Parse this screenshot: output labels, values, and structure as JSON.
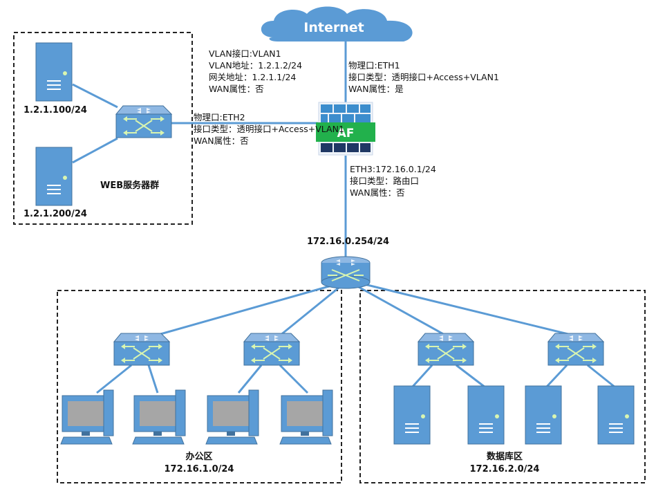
{
  "internet": {
    "label": "Internet"
  },
  "firewall": {
    "label": "AF"
  },
  "web_group": {
    "title": "WEB服务器群",
    "server1_ip": "1.2.1.100/24",
    "server2_ip": "1.2.1.200/24"
  },
  "vlan_info": [
    "VLAN接口:VLAN1",
    "VLAN地址：1.2.1.2/24",
    "网关地址：1.2.1.1/24",
    "WAN属性：否"
  ],
  "eth1_info": [
    "物理口:ETH1",
    "接口类型：透明接口+Access+VLAN1",
    "WAN属性：是"
  ],
  "eth2_info": [
    "物理口:ETH2",
    "接口类型：透明接口+Access+VLAN1",
    "WAN属性：否"
  ],
  "eth3_info": [
    "ETH3:172.16.0.1/24",
    "接口类型：路由口",
    "WAN属性：否"
  ],
  "core_switch_ip": "172.16.0.254/24",
  "office": {
    "title": "办公区",
    "subnet": "172.16.1.0/24"
  },
  "database": {
    "title": "数据库区",
    "subnet": "172.16.2.0/24"
  },
  "colors": {
    "device": "#5b9bd5",
    "device_dark": "#41719c",
    "link": "#5b9bd5",
    "firewall_green": "#22b14c",
    "firewall_dark": "#1f3864"
  }
}
